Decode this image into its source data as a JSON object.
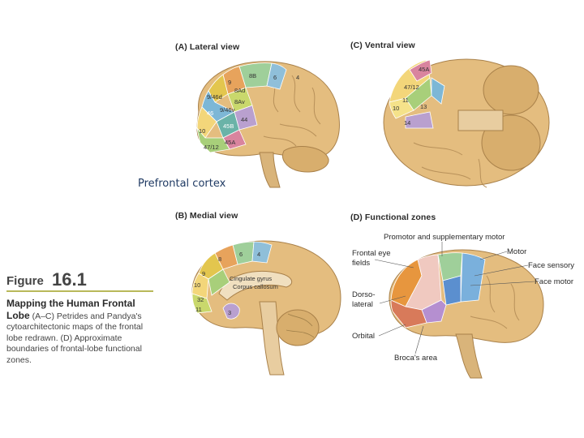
{
  "panels": {
    "a": {
      "letter": "(A)",
      "title": "Lateral view"
    },
    "b": {
      "letter": "(B)",
      "title": "Medial view"
    },
    "c": {
      "letter": "(C)",
      "title": "Ventral view"
    },
    "d": {
      "letter": "(D)",
      "title": "Functional zones"
    }
  },
  "overlay_caption": "Prefrontal cortex",
  "lateral_areas": [
    "8B",
    "6",
    "9",
    "8Ad",
    "4",
    "9/46d",
    "8Av",
    "46",
    "9/46v",
    "44",
    "45B",
    "10",
    "45A",
    "47/12"
  ],
  "medial_areas": [
    "8",
    "6",
    "4",
    "9",
    "10",
    "32",
    "11",
    "Cingulate gyrus",
    "Corpus callosum",
    "3"
  ],
  "ventral_areas": [
    "45A",
    "47/12",
    "11",
    "10",
    "13",
    "14"
  ],
  "functional_labels": {
    "premotor": "Promotor and supplementary motor",
    "frontal_eye_1": "Frontal eye",
    "frontal_eye_2": "fields",
    "motor": "Motor",
    "face_sensory": "Face sensory",
    "face_motor": "Face motor",
    "dorso_1": "Dorso-",
    "dorso_2": "lateral",
    "orbital": "Orbital",
    "broca": "Broca's area"
  },
  "figure": {
    "word": "Figure",
    "number": "16.1",
    "heading": "Mapping the Human Frontal Lobe",
    "body": "(A–C) Petrides and Pandya's cytoarchitectonic maps of the frontal lobe redrawn. (D) Approximate boundaries of frontal-lobe functional zones."
  }
}
